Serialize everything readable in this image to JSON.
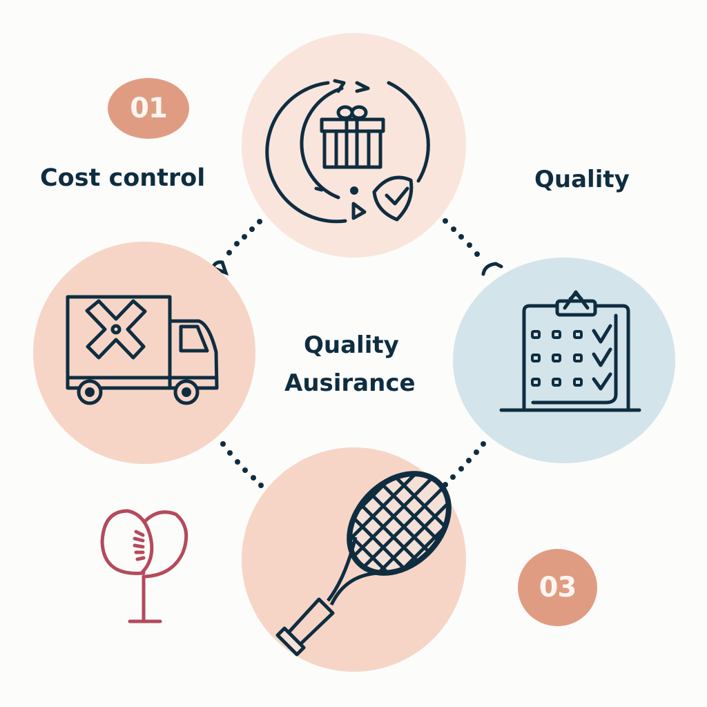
{
  "colors": {
    "background": "#fcfcfb",
    "ink": "#0f2d40",
    "peach_light": "#f9e5dc",
    "peach": "#f6d5c7",
    "blue_light": "#d3e4ea",
    "badge": "#e09c82",
    "badge_text": "#fdf6f1",
    "accent_red": "#b44a5c"
  },
  "center": {
    "line1": "Quality",
    "line2": "Ausirance"
  },
  "steps": [
    {
      "number": "01",
      "label": "Cost control",
      "icon": "gift-cycle-shield-icon"
    },
    {
      "number": "",
      "label": "Quality",
      "icon": "clipboard-checklist-icon"
    },
    {
      "number": "03",
      "label": "",
      "icon": "tennis-racket-icon"
    }
  ],
  "nodes": [
    {
      "id": "top",
      "icon": "gift-cycle-shield-icon"
    },
    {
      "id": "left",
      "icon": "delivery-truck-x-icon"
    },
    {
      "id": "right",
      "icon": "clipboard-checklist-icon"
    },
    {
      "id": "bottom",
      "icon": "tennis-racket-icon"
    }
  ],
  "decorations": [
    {
      "icon": "heart-stem-icon"
    }
  ]
}
